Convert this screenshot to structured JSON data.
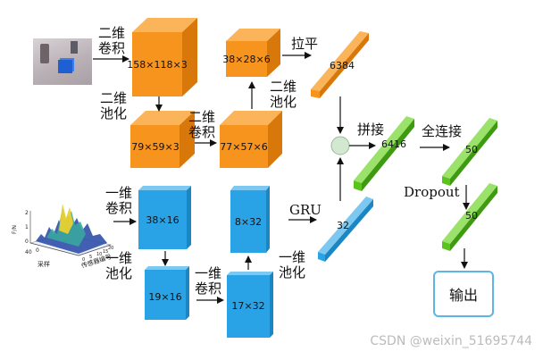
{
  "labels": {
    "conv2d_1": [
      "二维",
      "卷积"
    ],
    "pool2d_1": [
      "二维",
      "池化"
    ],
    "conv2d_2": [
      "二维",
      "卷积"
    ],
    "pool2d_2": [
      "二维",
      "池化"
    ],
    "flatten": "拉平",
    "conv1d_1": [
      "一维",
      "卷积"
    ],
    "pool1d_1": [
      "一维",
      "池化"
    ],
    "conv1d_2": [
      "一维",
      "卷积"
    ],
    "pool1d_2": [
      "一维",
      "池化"
    ],
    "gru": "GRU",
    "concat": "拼接",
    "fc": "全连接",
    "dropout": "Dropout",
    "output": "输出"
  },
  "dims": {
    "o1": "158×118×3",
    "o2": "79×59×3",
    "o3": "77×57×6",
    "o4": "38×28×6",
    "flat": "6384",
    "b1": "38×16",
    "b2": "19×16",
    "b3": "17×32",
    "b4": "8×32",
    "gru": "32",
    "concat": "6416",
    "fc1": "50",
    "fc2": "50"
  },
  "plot": {
    "z_label": "F/N",
    "z_ticks": [
      "2",
      "1",
      "0"
    ],
    "x_label": "采样",
    "x_ticks": [
      "0",
      "20",
      "40"
    ],
    "y_label": "传感器编号",
    "y_ticks": [
      "0",
      "5",
      "10",
      "15",
      "20"
    ]
  },
  "colors": {
    "orange": "#f7941d",
    "orange_top": "#fbb45a",
    "orange_side": "#d9780a",
    "blue": "#29a3e6",
    "blue_top": "#7cc8f0",
    "blue_side": "#1b86c4",
    "green": "#5cc31c",
    "green_top": "#9be26a",
    "green_side": "#3e9a10"
  },
  "watermark": "CSDN @weixin_51695744"
}
